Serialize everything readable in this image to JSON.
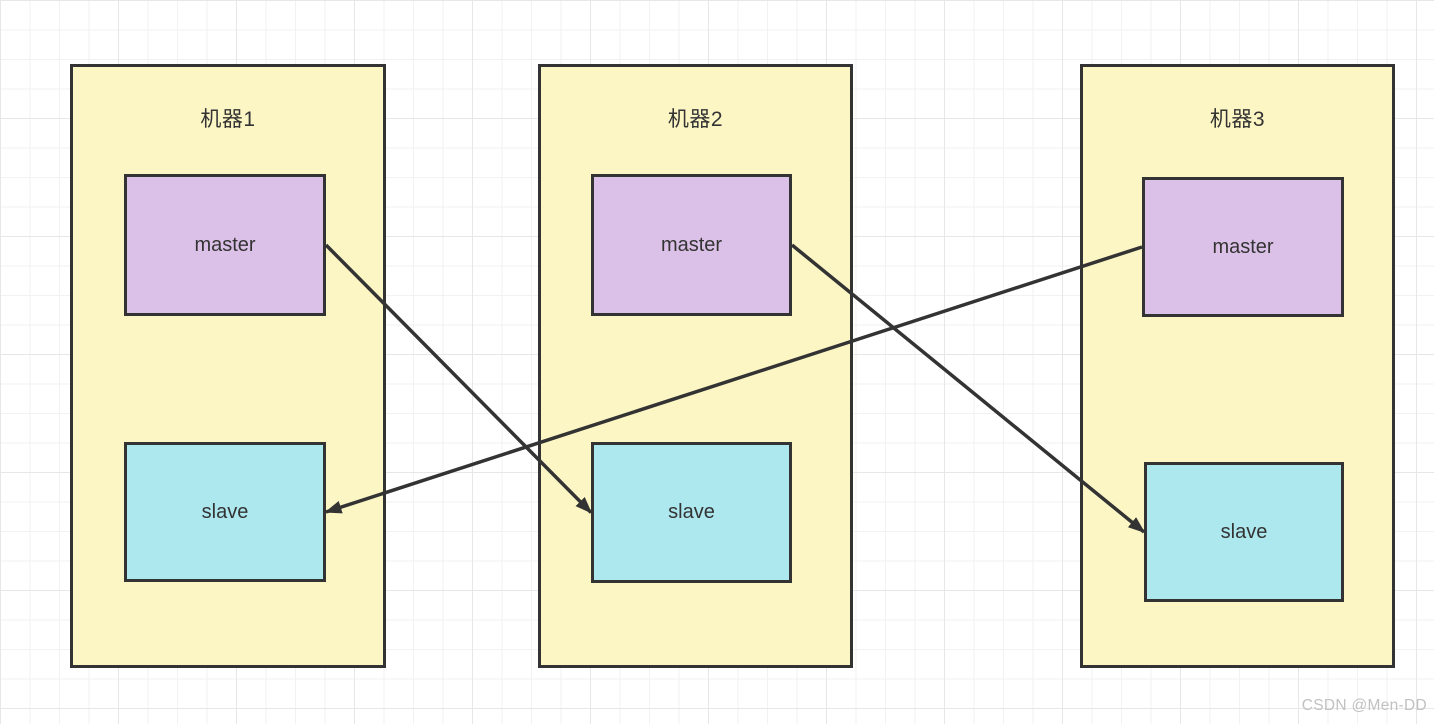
{
  "diagram": {
    "machines": [
      {
        "title": "机器1",
        "master_label": "master",
        "slave_label": "slave"
      },
      {
        "title": "机器2",
        "master_label": "master",
        "slave_label": "slave"
      },
      {
        "title": "机器3",
        "master_label": "master",
        "slave_label": "slave"
      }
    ],
    "edges": [
      {
        "from": "machine1-master-box",
        "to": "machine2-slave-box"
      },
      {
        "from": "machine2-master-box",
        "to": "machine3-slave-box"
      },
      {
        "from": "machine3-master-box",
        "to": "machine1-slave-box"
      }
    ],
    "colors": {
      "machine_fill": "#FCF6C5",
      "master_fill": "#DBC1E7",
      "slave_fill": "#AEE8EF",
      "stroke": "#333333",
      "arrow": "#333333"
    }
  },
  "watermark": "CSDN @Men-DD"
}
